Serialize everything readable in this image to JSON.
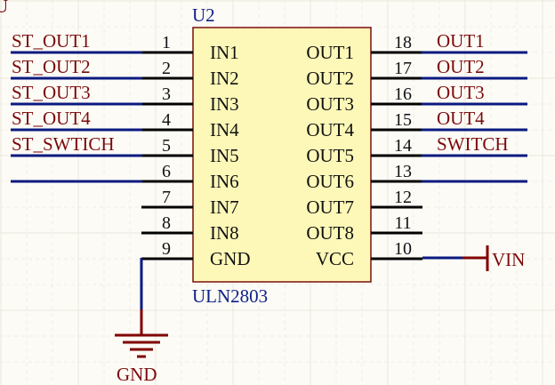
{
  "component": {
    "designator": "U2",
    "part": "ULN2803",
    "colors": {
      "body_fill": "#fdf8b8",
      "body_border": "#7a0f0f",
      "wire": "#0a1a80",
      "net_label": "#7a0a0a",
      "power": "#800000",
      "designator": "#10208a"
    },
    "left_pins": [
      {
        "number": "1",
        "name": "IN1",
        "net": "ST_OUT1",
        "wired": true
      },
      {
        "number": "2",
        "name": "IN2",
        "net": "ST_OUT2",
        "wired": true
      },
      {
        "number": "3",
        "name": "IN3",
        "net": "ST_OUT3",
        "wired": true
      },
      {
        "number": "4",
        "name": "IN4",
        "net": "ST_OUT4",
        "wired": true
      },
      {
        "number": "5",
        "name": "IN5",
        "net": "ST_SWTICH",
        "wired": true
      },
      {
        "number": "6",
        "name": "IN6",
        "net": "",
        "wired": true
      },
      {
        "number": "7",
        "name": "IN7",
        "net": "",
        "wired": false
      },
      {
        "number": "8",
        "name": "IN8",
        "net": "",
        "wired": false
      },
      {
        "number": "9",
        "name": "GND",
        "net": "",
        "wired": "gnd"
      }
    ],
    "right_pins": [
      {
        "number": "18",
        "name": "OUT1",
        "net": "OUT1",
        "wired": true
      },
      {
        "number": "17",
        "name": "OUT2",
        "net": "OUT2",
        "wired": true
      },
      {
        "number": "16",
        "name": "OUT3",
        "net": "OUT3",
        "wired": true
      },
      {
        "number": "15",
        "name": "OUT4",
        "net": "OUT4",
        "wired": true
      },
      {
        "number": "14",
        "name": "OUT5",
        "net": "SWITCH",
        "wired": true
      },
      {
        "number": "13",
        "name": "OUT6",
        "net": "",
        "wired": true
      },
      {
        "number": "12",
        "name": "OUT7",
        "net": "",
        "wired": false
      },
      {
        "number": "11",
        "name": "OUT8",
        "net": "",
        "wired": false
      },
      {
        "number": "10",
        "name": "VCC",
        "net": "",
        "wired": "vin"
      }
    ]
  },
  "power_ports": {
    "gnd_label": "GND",
    "vin_label": "VIN"
  },
  "corner_fragment": "U"
}
